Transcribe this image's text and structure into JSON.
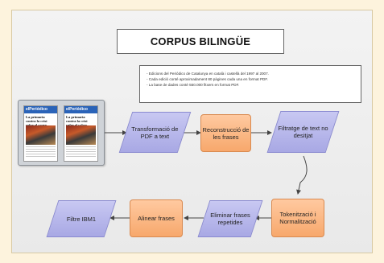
{
  "diagram": {
    "title": "CORPUS BILINGÜE",
    "notes": [
      "- Edicions del Periódico de Catalunya en català i castellà del 1997 al 2007.",
      "- Cada edició conté aproximadament 80 pàgines cada una en format PDF.",
      "- La base de dades conté 550.000 fitxers en format PDF."
    ],
    "newspapers": [
      {
        "masthead": "elPeriódico",
        "headline": "La primaria contra la crisi sofra el coure"
      },
      {
        "masthead": "elPeriódico",
        "headline": "La primaria contra la crisi sufre el cobre"
      }
    ],
    "steps": {
      "transform": "Transformació de PDF a text",
      "reconstruct": "Reconstrucció de les frases",
      "filter": "Filtratge de text no desitjat",
      "tokenize": "Tokenització i Normalització",
      "dedupe": "Eliminar frases repetides",
      "align": "Alinear frases",
      "ibm1": "Filtre IBM1"
    },
    "colors": {
      "process_shape": "#b4b4ea",
      "action_shape": "#f9b37c",
      "background": "#fdf3dd"
    }
  }
}
